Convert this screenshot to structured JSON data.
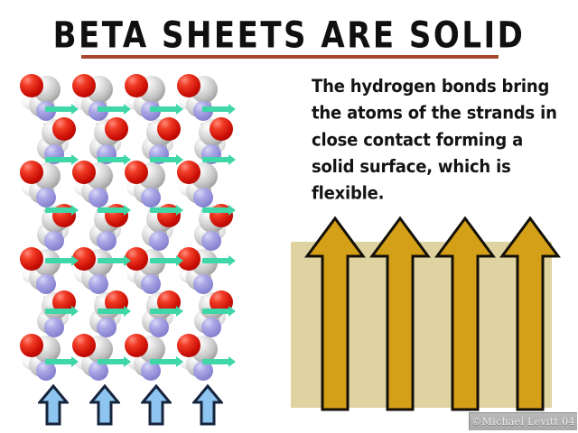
{
  "slide": {
    "title": "BETA SHEETS ARE SOLID",
    "underline_color": "#a8472f",
    "background_color": "#ffffff"
  },
  "body": {
    "text": "The hydrogen bonds bring the atoms of the strands in close contact forming a solid surface, which is flexible."
  },
  "molecule": {
    "name": "beta-sheet-spacefill-model",
    "description": "Space-filling model of four beta strands",
    "strand_count": 4,
    "residue_rows": 7,
    "atom_colors": {
      "oxygen": "#cc0f06",
      "carbon": "#c2c2c2",
      "hydrogen": "#fafafa",
      "nitrogen": "#8d8ad6"
    },
    "hydrogen_bond_arrow_color": "#3fd6a8",
    "hydrogen_bond_rows": 6
  },
  "strand_direction_arrows": {
    "name": "blue-strand-direction-arrows",
    "count": 4,
    "fill_color": "#8ec5f0",
    "outline_color": "#16243c",
    "direction": "up"
  },
  "sheet_diagram": {
    "name": "gold-sheet-arrow-diagram",
    "arrow_count": 4,
    "arrow_fill_color": "#d4a017",
    "arrow_outline_color": "#141007",
    "backdrop_color": "#ded3a1",
    "direction": "up"
  },
  "watermark": {
    "text": "©Michael Levitt 04"
  }
}
